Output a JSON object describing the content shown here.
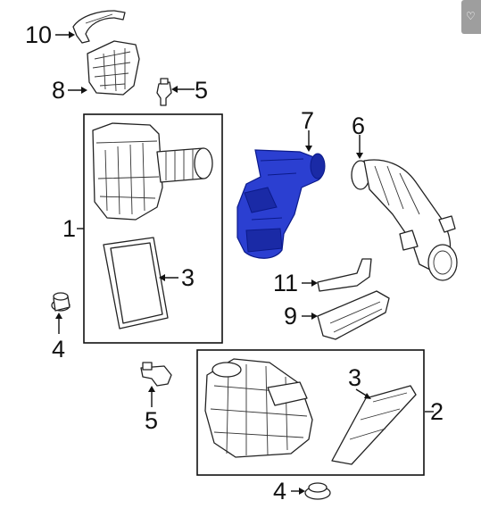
{
  "callouts": [
    {
      "id": "c10",
      "label": "10"
    },
    {
      "id": "c8",
      "label": "8"
    },
    {
      "id": "c5a",
      "label": "5"
    },
    {
      "id": "c7",
      "label": "7"
    },
    {
      "id": "c6",
      "label": "6"
    },
    {
      "id": "c1",
      "label": "1"
    },
    {
      "id": "c3a",
      "label": "3"
    },
    {
      "id": "c11",
      "label": "11"
    },
    {
      "id": "c9",
      "label": "9"
    },
    {
      "id": "c4a",
      "label": "4"
    },
    {
      "id": "c5b",
      "label": "5"
    },
    {
      "id": "c3b",
      "label": "3"
    },
    {
      "id": "c2",
      "label": "2"
    },
    {
      "id": "c4b",
      "label": "4"
    }
  ],
  "highlight_color": "#2b3fd1",
  "corner_icon": "tag-icon"
}
